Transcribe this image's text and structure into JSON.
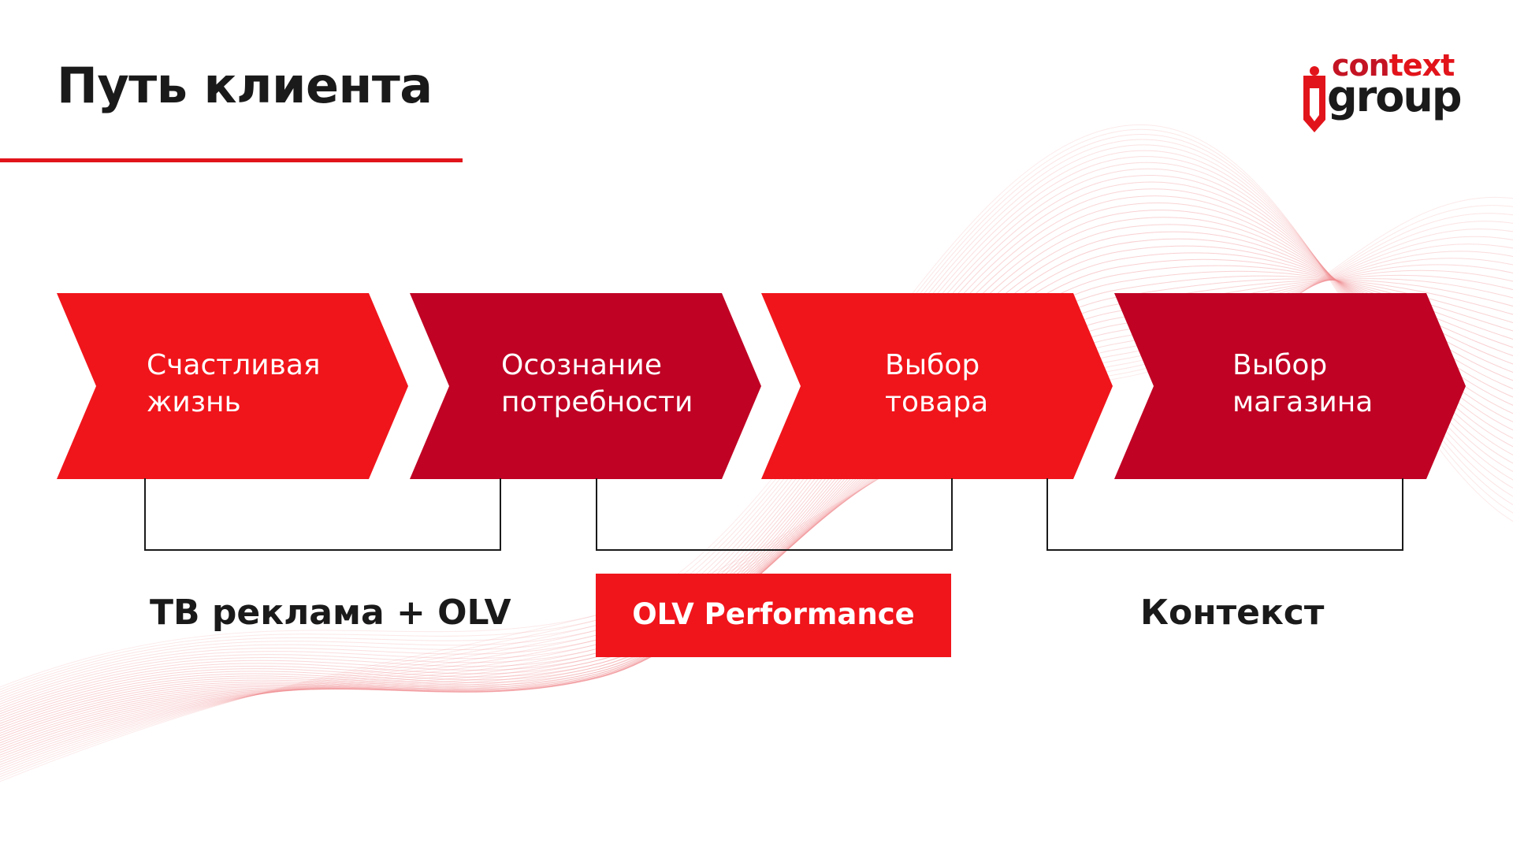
{
  "slide": {
    "title": "Путь клиента"
  },
  "logo": {
    "top_prefix": "con",
    "top_suffix": "text",
    "bottom": "group"
  },
  "stages": [
    {
      "line1": "Счастливая",
      "line2": "жизнь",
      "color": "#f0151b"
    },
    {
      "line1": "Осознание",
      "line2": "потребности",
      "color": "#c00224"
    },
    {
      "line1": "Выбор",
      "line2": "товара",
      "color": "#f0151b"
    },
    {
      "line1": "Выбор",
      "line2": "магазина",
      "color": "#c00224"
    }
  ],
  "channels": {
    "tv": "ТВ реклама  + OLV",
    "olv_performance": "OLV Performance",
    "context": "Контекст"
  },
  "colors": {
    "accent": "#e2141b",
    "accent_dark": "#c00224",
    "text": "#1a1a1a",
    "background": "#ffffff"
  }
}
